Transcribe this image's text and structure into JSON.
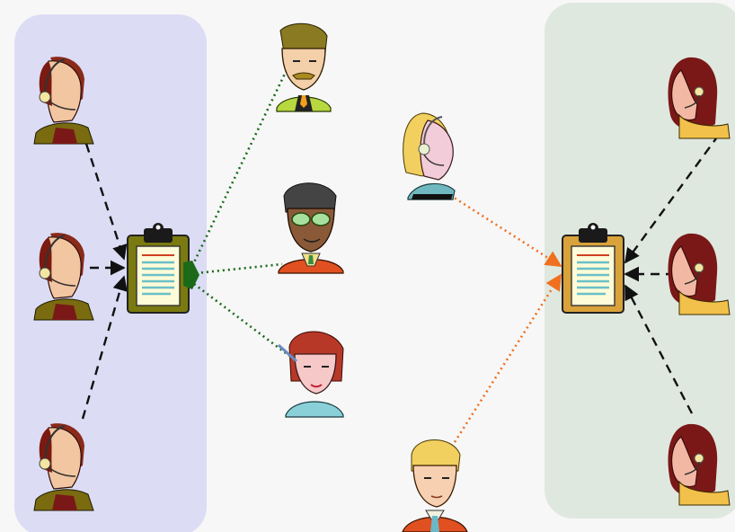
{
  "diagram": {
    "left_group": {
      "fill": "#dcdcf5",
      "nodes": [
        {
          "name": "agent-headset-male-top",
          "type": "headset-agent-man"
        },
        {
          "name": "agent-headset-male-middle",
          "type": "headset-agent-man"
        },
        {
          "name": "agent-headset-male-bottom",
          "type": "headset-agent-man"
        }
      ],
      "clipboard": {
        "name": "clipboard-left",
        "board_color": "#7a7a10"
      }
    },
    "middle_people": [
      {
        "name": "person-mustache-man",
        "type": "man-mustache"
      },
      {
        "name": "person-glasses-man",
        "type": "man-glasses"
      },
      {
        "name": "person-woman-red-hair",
        "type": "woman-pen"
      }
    ],
    "center_agents": [
      {
        "name": "agent-headset-female-blonde",
        "type": "headset-agent-woman"
      },
      {
        "name": "person-blonde-man",
        "type": "man-blonde"
      }
    ],
    "right_group": {
      "fill": "#dfe8df",
      "nodes": [
        {
          "name": "agent-headset-female-top",
          "type": "headset-agent-woman"
        },
        {
          "name": "agent-headset-female-middle",
          "type": "headset-agent-woman"
        },
        {
          "name": "agent-headset-female-bottom",
          "type": "headset-agent-woman"
        }
      ],
      "clipboard": {
        "name": "clipboard-right",
        "board_color": "#d9a23a"
      }
    },
    "edge_styles": {
      "black_dashed": "#111111",
      "green_dotted": "#1a6a1a",
      "orange_dotted": "#f07020"
    }
  }
}
